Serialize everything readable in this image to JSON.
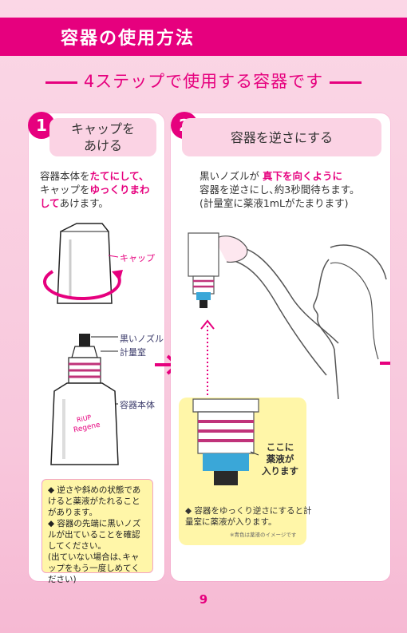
{
  "header": {
    "title": "容器の使用方法"
  },
  "subtitle": "4ステップで使用する容器です",
  "step1": {
    "number": "1",
    "title_line1": "キャップを",
    "title_line2": "あける",
    "desc": [
      "容器本体を",
      "たてにして、",
      "キャップを",
      "ゆっくりまわ",
      "して",
      "あけます。"
    ],
    "labels": {
      "cap": "キャップ",
      "nozzle": "黒いノズル",
      "chamber": "計量室",
      "body": "容器本体",
      "bottle_brand": "RiUP",
      "bottle_brand2": "Regene"
    },
    "note": [
      "◆ 逆さや斜めの状態であけると薬液がたれることがあります。",
      "◆ 容器の先端に黒いノズルが出ていることを確認してください。",
      "(出ていない場合は､キャップをもう一度しめてください)"
    ]
  },
  "step2": {
    "number": "2",
    "title": "容器を逆さにする",
    "desc_parts": [
      "黒いノズルが ",
      "真下を向くように",
      "容器を逆さにし､約3秒間待ちます。",
      "(計量室に薬液1mLがたまります)"
    ],
    "callout": [
      "ここに",
      "薬液が",
      "入ります"
    ],
    "note": "◆ 容器をゆっくり逆さにすると計量室に薬液が入ります。",
    "footnote": "※青色は薬液のイメージです"
  },
  "page_number": "9",
  "colors": {
    "accent": "#e6007e",
    "pink_bg": "#f8c7dc",
    "step_title_bg": "#fbd3e4",
    "note_bg": "#fff6a8",
    "liquid": "#3aa7d8"
  }
}
